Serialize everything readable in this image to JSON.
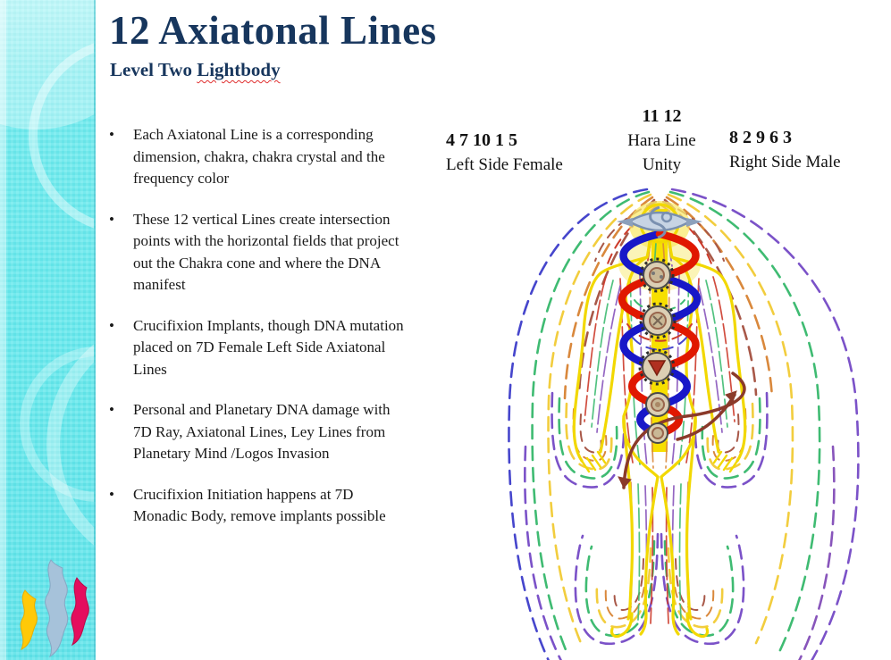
{
  "slide": {
    "title": "12 Axiatonal Lines",
    "subtitle": {
      "prefix": "Level Two ",
      "marked": "Lightbody"
    },
    "bullets": [
      "Each Axiatonal Line is a corresponding dimension, chakra, chakra crystal and the frequency color",
      "These 12 vertical Lines create intersection points with the horizontal fields that project out the Chakra cone and where the DNA manifest",
      "Crucifixion Implants, though DNA mutation placed on 7D Female Left Side Axiatonal Lines",
      "Personal and Planetary DNA damage with 7D Ray, Axiatonal Lines, Ley Lines from  Planetary Mind /Logos Invasion",
      "Crucifixion Initiation happens at 7D Monadic Body, remove implants possible"
    ]
  },
  "diagram": {
    "left_label": {
      "numbers": "4 7 10 1 5",
      "caption": "Left Side Female"
    },
    "center_label": {
      "numbers": "11 12",
      "line1": "Hara Line",
      "line2": "Unity"
    },
    "right_label": {
      "numbers": "8 2 9 6 3",
      "caption": "Right Side Male"
    }
  },
  "theme": {
    "accent_cyan": "#66e9ed",
    "title_navy": "#17365d",
    "text_black": "#1a1a1a",
    "spell_red": "#e03030",
    "arc_purple": "#7b52c8",
    "arc_blue": "#4646cc",
    "arc_green": "#3fbb72",
    "arc_yellow": "#f2cd3e",
    "arc_orange": "#d9883c",
    "arc_brown": "#a85848",
    "body_yellow": "#f2d800",
    "hara_yellow": "#f7df00",
    "kundalini_red": "#e01800",
    "kundalini_blue": "#1818c8",
    "emblem_blue": "#7a90b0",
    "flame_yellow": "#ffc908",
    "flame_blue": "#a6c2da",
    "flame_pink": "#e40e5e"
  }
}
